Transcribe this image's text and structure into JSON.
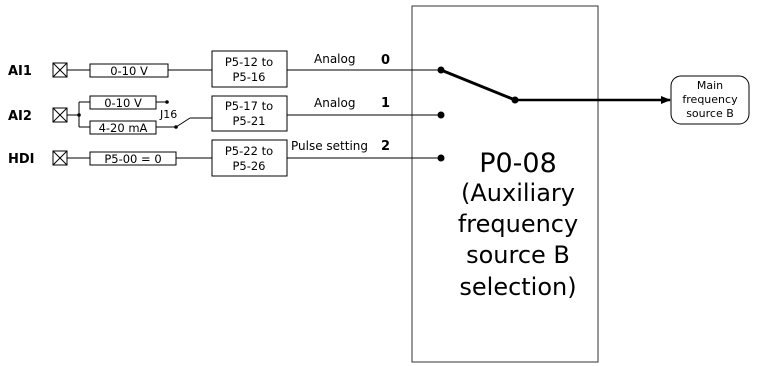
{
  "inputs": {
    "ai1": {
      "label": "AI1",
      "range": "0-10 V",
      "params": [
        "P5-12 to",
        "P5-16"
      ]
    },
    "ai2": {
      "label": "AI2",
      "range_v": "0-10 V",
      "range_ma": "4-20 mA",
      "jumper": "J16",
      "params": [
        "P5-17 to",
        "P5-21"
      ]
    },
    "hdi": {
      "label": "HDI",
      "setting": "P5-00 = 0",
      "params": [
        "P5-22 to",
        "P5-26"
      ]
    }
  },
  "channels": [
    {
      "name": "Analog",
      "number": "0"
    },
    {
      "name": "Analog",
      "number": "1"
    },
    {
      "name": "Pulse setting",
      "number": "2"
    }
  ],
  "selector": {
    "code": "P0-08",
    "lines": [
      "(Auxiliary",
      "frequency",
      "source B",
      "selection)"
    ]
  },
  "output": {
    "lines": [
      "Main",
      "frequency",
      "source B"
    ]
  }
}
